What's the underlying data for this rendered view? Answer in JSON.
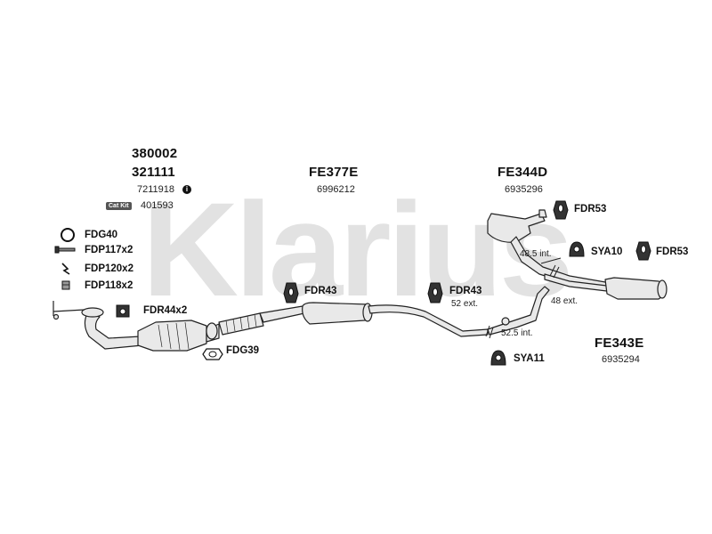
{
  "watermark": "Klarius",
  "groups": {
    "manifold": {
      "code1": "380002",
      "code2": "321111",
      "part_no": "7211918",
      "catkit_label": "Cat Kit",
      "catkit_no": "401593"
    },
    "mid": {
      "code": "FE377E",
      "part_no": "6996212"
    },
    "rear_top": {
      "code": "FE344D",
      "part_no": "6935296"
    },
    "rear_bottom": {
      "code": "FE343E",
      "part_no": "6935294"
    }
  },
  "parts": {
    "fdg40": "FDG40",
    "fdp117": "FDP117x2",
    "fdp120": "FDP120x2",
    "fdp118": "FDP118x2",
    "fdr44": "FDR44x2",
    "fdg39": "FDG39",
    "fdr43_a": "FDR43",
    "fdr43_b": "FDR43",
    "fdr53_a": "FDR53",
    "sya10": "SYA10",
    "fdr53_b": "FDR53",
    "sya11": "SYA11"
  },
  "dimensions": {
    "d1": "48.5 int.",
    "d2": "48 ext.",
    "d3": "52 ext.",
    "d4": "52.5 int."
  },
  "icons": {
    "info": "info-icon",
    "clamp": "clamp-icon",
    "rubber": "rubber-hanger-icon",
    "gasket": "gasket-icon"
  }
}
